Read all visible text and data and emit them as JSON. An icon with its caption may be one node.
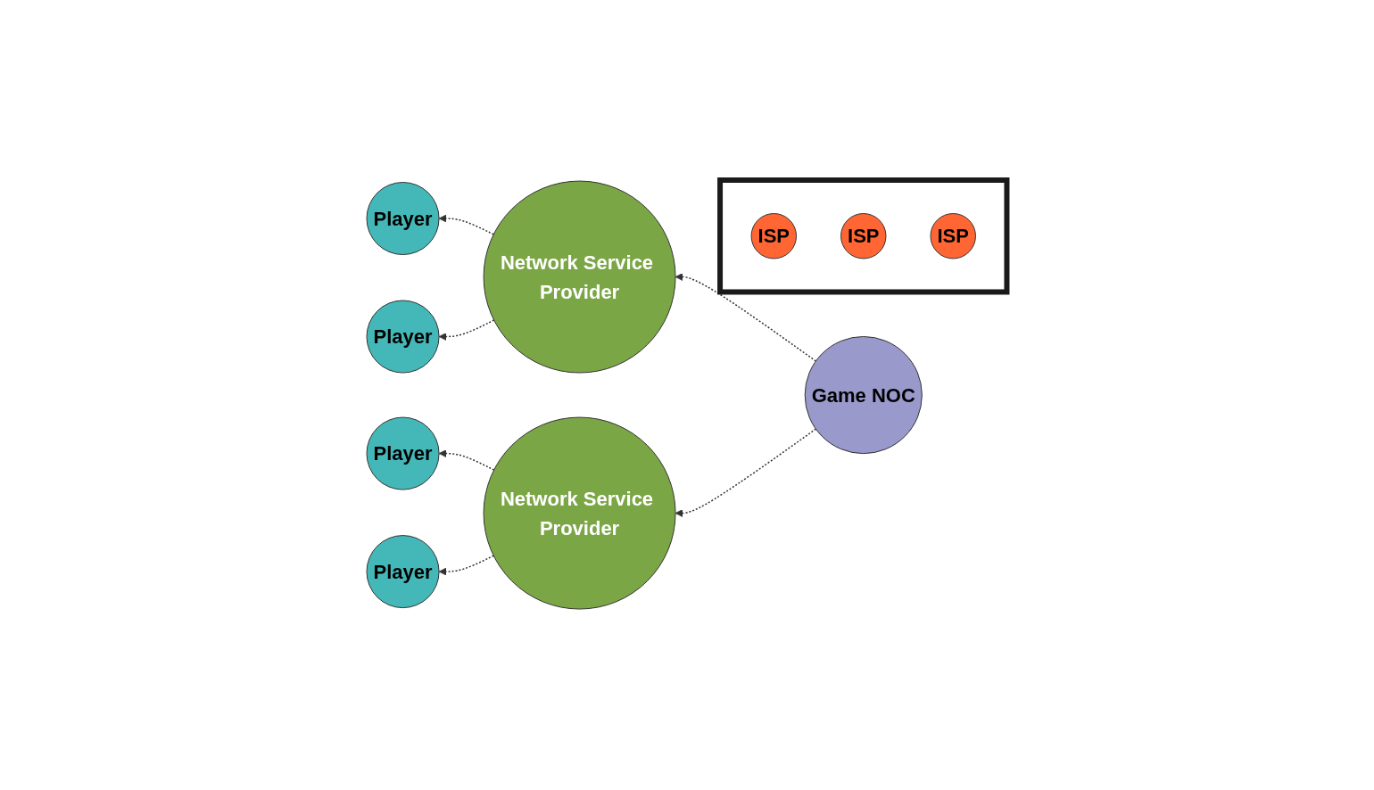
{
  "diagram": {
    "nodes": [
      {
        "text": [
          "Player"
        ]
      },
      {
        "text": [
          "Player"
        ]
      },
      {
        "text": [
          "Network Service Provider"
        ]
      },
      {
        "text": [],
        "shape": "cloud"
      },
      {
        "text": [
          "ISP"
        ],
        "in": 3
      },
      {
        "text": [
          "ISP"
        ],
        "in": 3
      },
      {
        "text": [
          "Game NOC"
        ]
      },
      {
        "text": [
          "ISP"
        ],
        "in": 3
      },
      {
        "text": [
          "Player"
        ]
      },
      {
        "text": [
          "Network Service Provider"
        ]
      },
      {
        "text": [
          "Player"
        ]
      }
    ],
    "edges": [
      {
        "from": 2,
        "to": 0,
        "arrow": "to",
        "style": "dashed"
      },
      {
        "from": 2,
        "to": 1,
        "arrow": "to",
        "style": "dashed"
      },
      {
        "from": 6,
        "to": 2,
        "arrow": "to",
        "style": "dashed"
      },
      {
        "from": 6,
        "to": 9,
        "arrow": "to",
        "style": "dashed"
      },
      {
        "from": 9,
        "to": 8,
        "arrow": "to",
        "style": "dashed"
      },
      {
        "from": 9,
        "to": 10,
        "arrow": "to",
        "style": "dashed"
      }
    ]
  }
}
